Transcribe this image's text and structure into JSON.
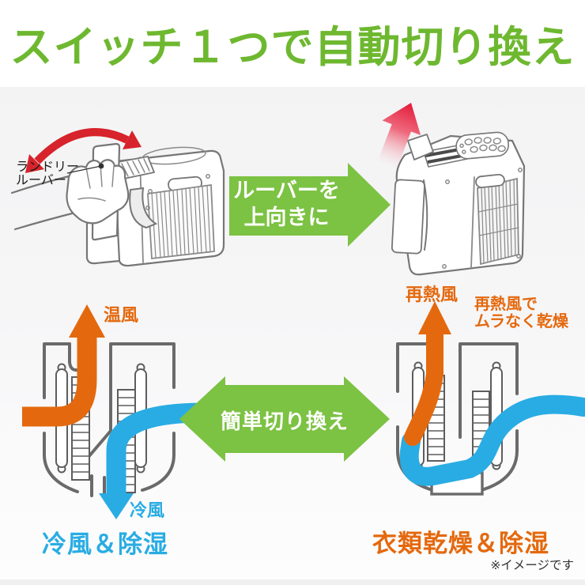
{
  "header": {
    "title": "スイッチ１つで自動切り換え"
  },
  "top_row": {
    "laundry_louver_label_line1": "ランドリー",
    "laundry_louver_label_line2": "ルーバー",
    "arrow_label_line1": "ルーバーを",
    "arrow_label_line2": "上向きに"
  },
  "bottom_row": {
    "switch_arrow_label": "簡単切り換え",
    "cool_mode": {
      "warm_out_label": "温風",
      "cool_out_label": "冷風",
      "caption": "冷風＆除湿"
    },
    "dry_mode": {
      "reheat_out_label": "再熱風",
      "note_line1": "再熱風で",
      "note_line2": "ムラなく乾燥",
      "caption": "衣類乾燥＆除湿"
    }
  },
  "footer": {
    "disclaimer": "※イメージです"
  },
  "colors": {
    "title_green": "#6eb830",
    "arrow_green": "#7cc243",
    "warm_orange": "#e4690e",
    "cool_blue": "#29ace3",
    "alert_red": "#d7232b",
    "line_gray": "#6a6a6a"
  },
  "icons": {
    "rotate-arrow-icon": "red curved double-headed arrow (louver swings)",
    "exhaust-arrow-icon": "red gradient arrow pointing up (warm air out)",
    "switch-right-arrow-icon": "green arrow pointing right",
    "switch-double-arrow-icon": "green double-headed horizontal arrow",
    "warm-air-arrow-icon": "orange airflow arrow",
    "cool-air-arrow-icon": "blue airflow arrow"
  }
}
